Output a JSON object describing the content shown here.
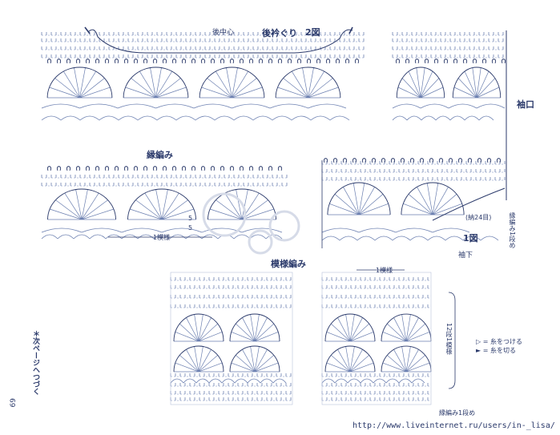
{
  "page": {
    "number": "69",
    "continue_note": "＊次ページへつづく",
    "url": "http://www.liveinternet.ru/users/in-_lisa/"
  },
  "figure2": {
    "title": "2図",
    "neck_label": "後衿ぐり",
    "center_label": "後中心",
    "cuff_label": "袖口"
  },
  "edging": {
    "title": "縁編み",
    "repeat_label": "1模様",
    "count_top": "5",
    "count_bottom": "5"
  },
  "pattern": {
    "title": "模様編み",
    "repeat_label": "1模様",
    "row_count_label": "12段1模様",
    "first_row_label": "縁編み1段め"
  },
  "figure1": {
    "title": "1図",
    "sleeve_label": "袖下",
    "rows_label": "(納24目)",
    "edging_row_label": "縁編み1段め"
  },
  "legend": {
    "attach_symbol": "▷",
    "attach_text": "= 糸をつける",
    "cut_symbol": "►",
    "cut_text": "= 糸を切る"
  },
  "colors": {
    "ink": "#2b3a6b",
    "accent": "#6b7fb0",
    "grid": "#b9c3dc"
  }
}
